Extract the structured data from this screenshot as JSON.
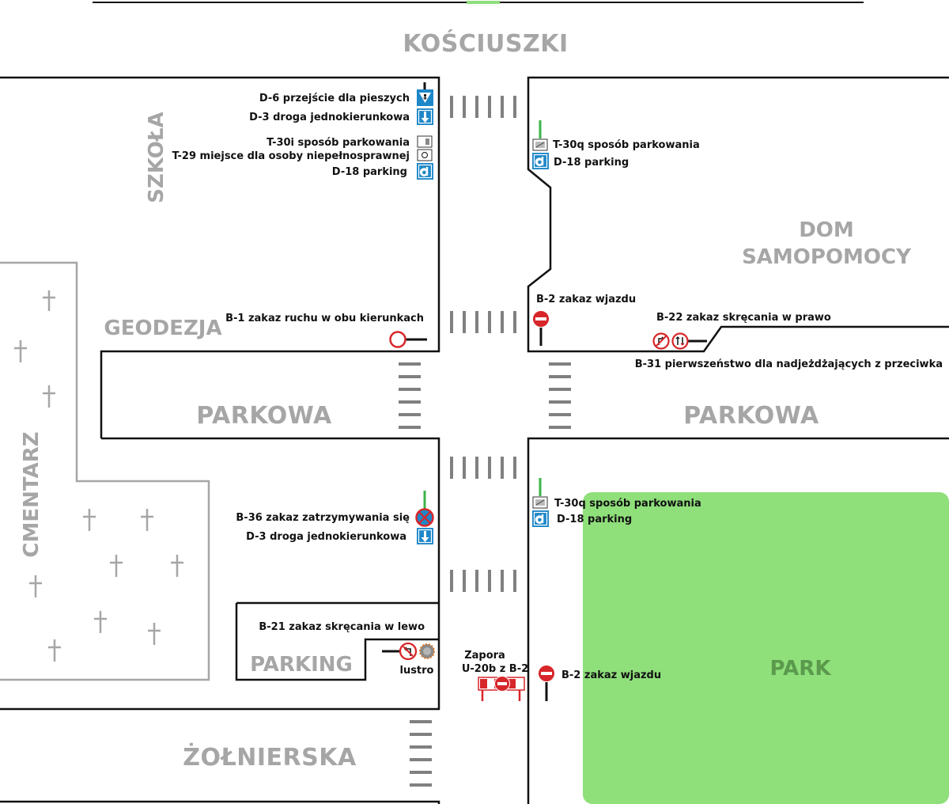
{
  "streets": {
    "kosciuszki": "KOŚCIUSZKI",
    "parkowa_left": "PARKOWA",
    "parkowa_right": "PARKOWA",
    "geodezja": "GEODEZJA",
    "zolnierska": "ŻOŁNIERSKA"
  },
  "places": {
    "szkola": "SZKOŁA",
    "cmentarz": "CMENTARZ",
    "dom_line1": "DOM",
    "dom_line2": "SAMOPOMOCY",
    "parking": "PARKING",
    "park": "PARK"
  },
  "signs": {
    "d6": "D-6 przejście dla pieszych",
    "d3_top": "D-3 droga jednokierunkowa",
    "t30i": "T-30i sposób parkowania",
    "t29": "T-29 miejsce dla osoby niepełnosprawnej",
    "d18_top_left": "D-18 parking",
    "t30q_top": "T-30q sposób parkowania",
    "d18_top_right": "D-18 parking",
    "b1": "B-1 zakaz ruchu w obu kierunkach",
    "b2_top": "B-2 zakaz wjazdu",
    "b22": "B-22 zakaz skręcania w prawo",
    "b31": "B-31 pierwszeństwo dla nadjeżdżających z przeciwka",
    "b36": "B-36 zakaz zatrzymywania się",
    "d3_bottom": "D-3 droga jednokierunkowa",
    "t30q_bottom": "T-30q sposób parkowania",
    "d18_bottom_right": "D-18 parking",
    "b21": "B-21 zakaz skręcania w lewo",
    "lustro": "lustro",
    "zapora_line1": "Zapora",
    "zapora_line2": "U-20b z B-2",
    "b2_bottom": "B-2 zakaz wjazdu"
  },
  "icons": {
    "parking_d18": "parking-d-icon",
    "one_way": "one-way-arrow-icon",
    "crossing": "pedestrian-crossing-icon",
    "no_entry": "no-entry-icon",
    "no_traffic": "no-traffic-icon",
    "no_stopping": "no-stopping-icon",
    "mirror": "traffic-mirror-icon",
    "barrier": "road-barrier-icon",
    "grave": "cross-icon"
  },
  "colors": {
    "park": "#8fdf7b",
    "sign_blue": "#1e87c8",
    "sign_red": "#d7262a",
    "label_gray": "#a6a6a6",
    "stripe_gray": "#808080",
    "post_green": "#3bb34a"
  }
}
